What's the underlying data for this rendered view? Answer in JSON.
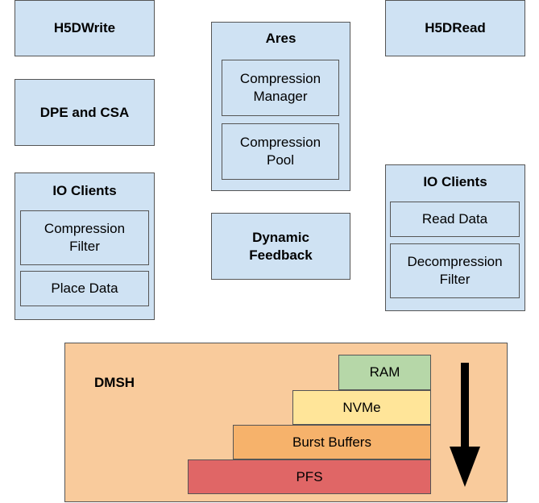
{
  "colors": {
    "box_fill": "#cfe2f3",
    "dmsh_fill": "#f9cb9c",
    "ram_fill": "#b6d7a8",
    "nvme_fill": "#ffe599",
    "burst_fill": "#f6b26b",
    "pfs_fill": "#e06666",
    "border": "#555555"
  },
  "write_side": {
    "h5dwrite": "H5DWrite",
    "dpe_csa": "DPE and CSA",
    "io_clients": {
      "title": "IO Clients",
      "compression_filter": "Compression\nFilter",
      "place_data": "Place Data"
    }
  },
  "middle": {
    "ares": {
      "title": "Ares",
      "compression_manager": "Compression\nManager",
      "compression_pool": "Compression\nPool"
    },
    "dynamic_feedback": "Dynamic\nFeedback"
  },
  "read_side": {
    "h5dread": "H5DRead",
    "io_clients": {
      "title": "IO Clients",
      "read_data": "Read Data",
      "decompression_filter": "Decompression\nFilter"
    }
  },
  "dmsh": {
    "label": "DMSH",
    "tiers": {
      "ram": "RAM",
      "nvme": "NVMe",
      "burst_buffers": "Burst Buffers",
      "pfs": "PFS"
    },
    "arrow_icon": "down-arrow-icon"
  }
}
